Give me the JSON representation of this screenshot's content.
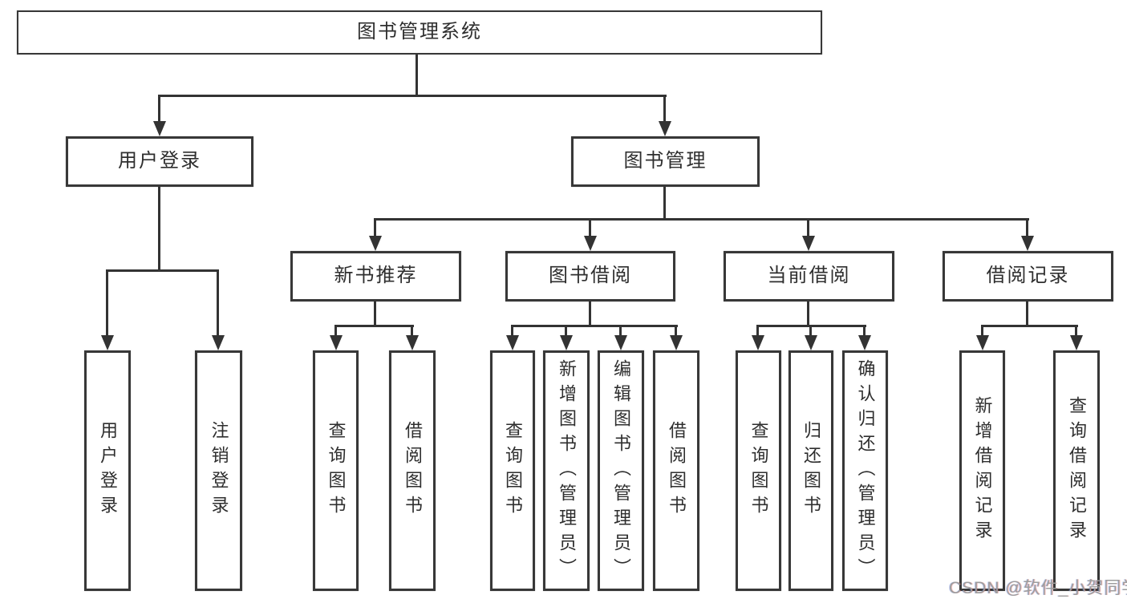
{
  "diagram": {
    "root": {
      "label": "图书管理系统"
    },
    "level2": [
      {
        "label": "用户登录"
      },
      {
        "label": "图书管理"
      }
    ],
    "level3": [
      {
        "label": "新书推荐"
      },
      {
        "label": "图书借阅"
      },
      {
        "label": "当前借阅"
      },
      {
        "label": "借阅记录"
      }
    ],
    "leaves": [
      {
        "label": "用户登录"
      },
      {
        "label": "注销登录"
      },
      {
        "label": "查询图书"
      },
      {
        "label": "借阅图书"
      },
      {
        "label": "查询图书"
      },
      {
        "label": "新增图书（管理员）"
      },
      {
        "label": "编辑图书（管理员）"
      },
      {
        "label": "借阅图书"
      },
      {
        "label": "查询图书"
      },
      {
        "label": "归还图书"
      },
      {
        "label": "确认归还（管理员）"
      },
      {
        "label": "新增借阅记录"
      },
      {
        "label": "查询借阅记录"
      }
    ]
  },
  "watermark": {
    "text": "CSDN @软件_小贺同学"
  },
  "colors": {
    "background": "#ffffff",
    "box_border": "#383838",
    "line": "#333333",
    "text": "#2e2e2e",
    "watermark": "#9d9d9d"
  }
}
